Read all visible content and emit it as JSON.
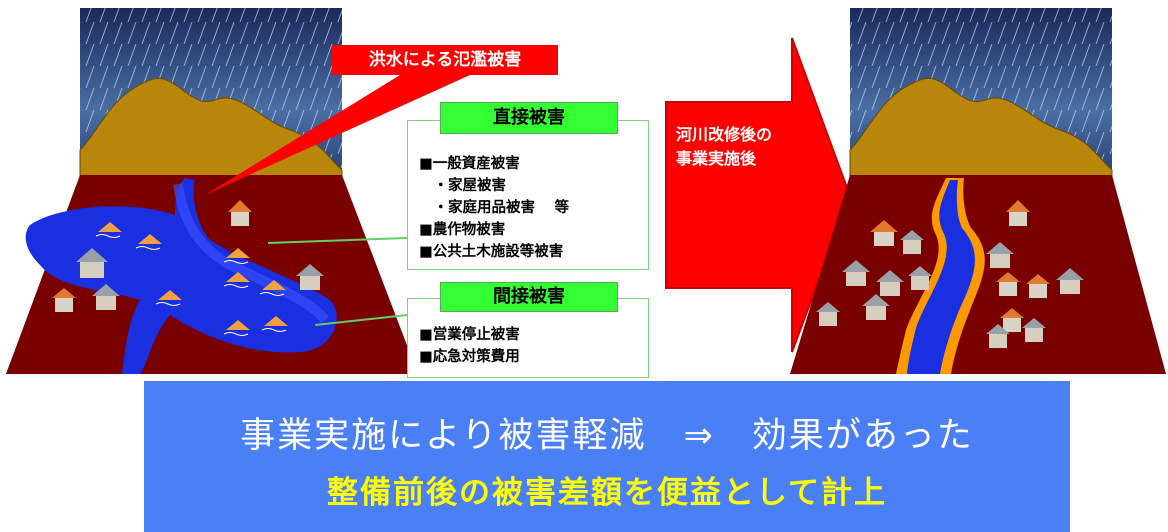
{
  "before": {
    "callout": "洪水による氾濫被害"
  },
  "direct": {
    "title": "直接被害",
    "lines": [
      "■一般資産被害",
      "　・家屋被害",
      "　・家庭用品被害　 等",
      "■農作物被害",
      "■公共土木施設等被害"
    ]
  },
  "indirect": {
    "title": "間接被害",
    "lines": [
      "■営業停止被害",
      "■応急対策費用"
    ]
  },
  "arrow": {
    "line1": "河川改修後の",
    "line2": "事業実施後"
  },
  "banner": {
    "line1": "事業実施により被害軽減　⇒　効果があった",
    "line2": "整備前後の被害差額を便益として計上"
  },
  "colors": {
    "ground": "#7a0000",
    "mountain": "#b8860b",
    "flood": "#1a2fe0",
    "callout": "#ff0000",
    "panel_head": "#33ff33",
    "banner": "#4a7ff5",
    "banner_highlight": "#ffff00",
    "levee": "#ff9900"
  }
}
